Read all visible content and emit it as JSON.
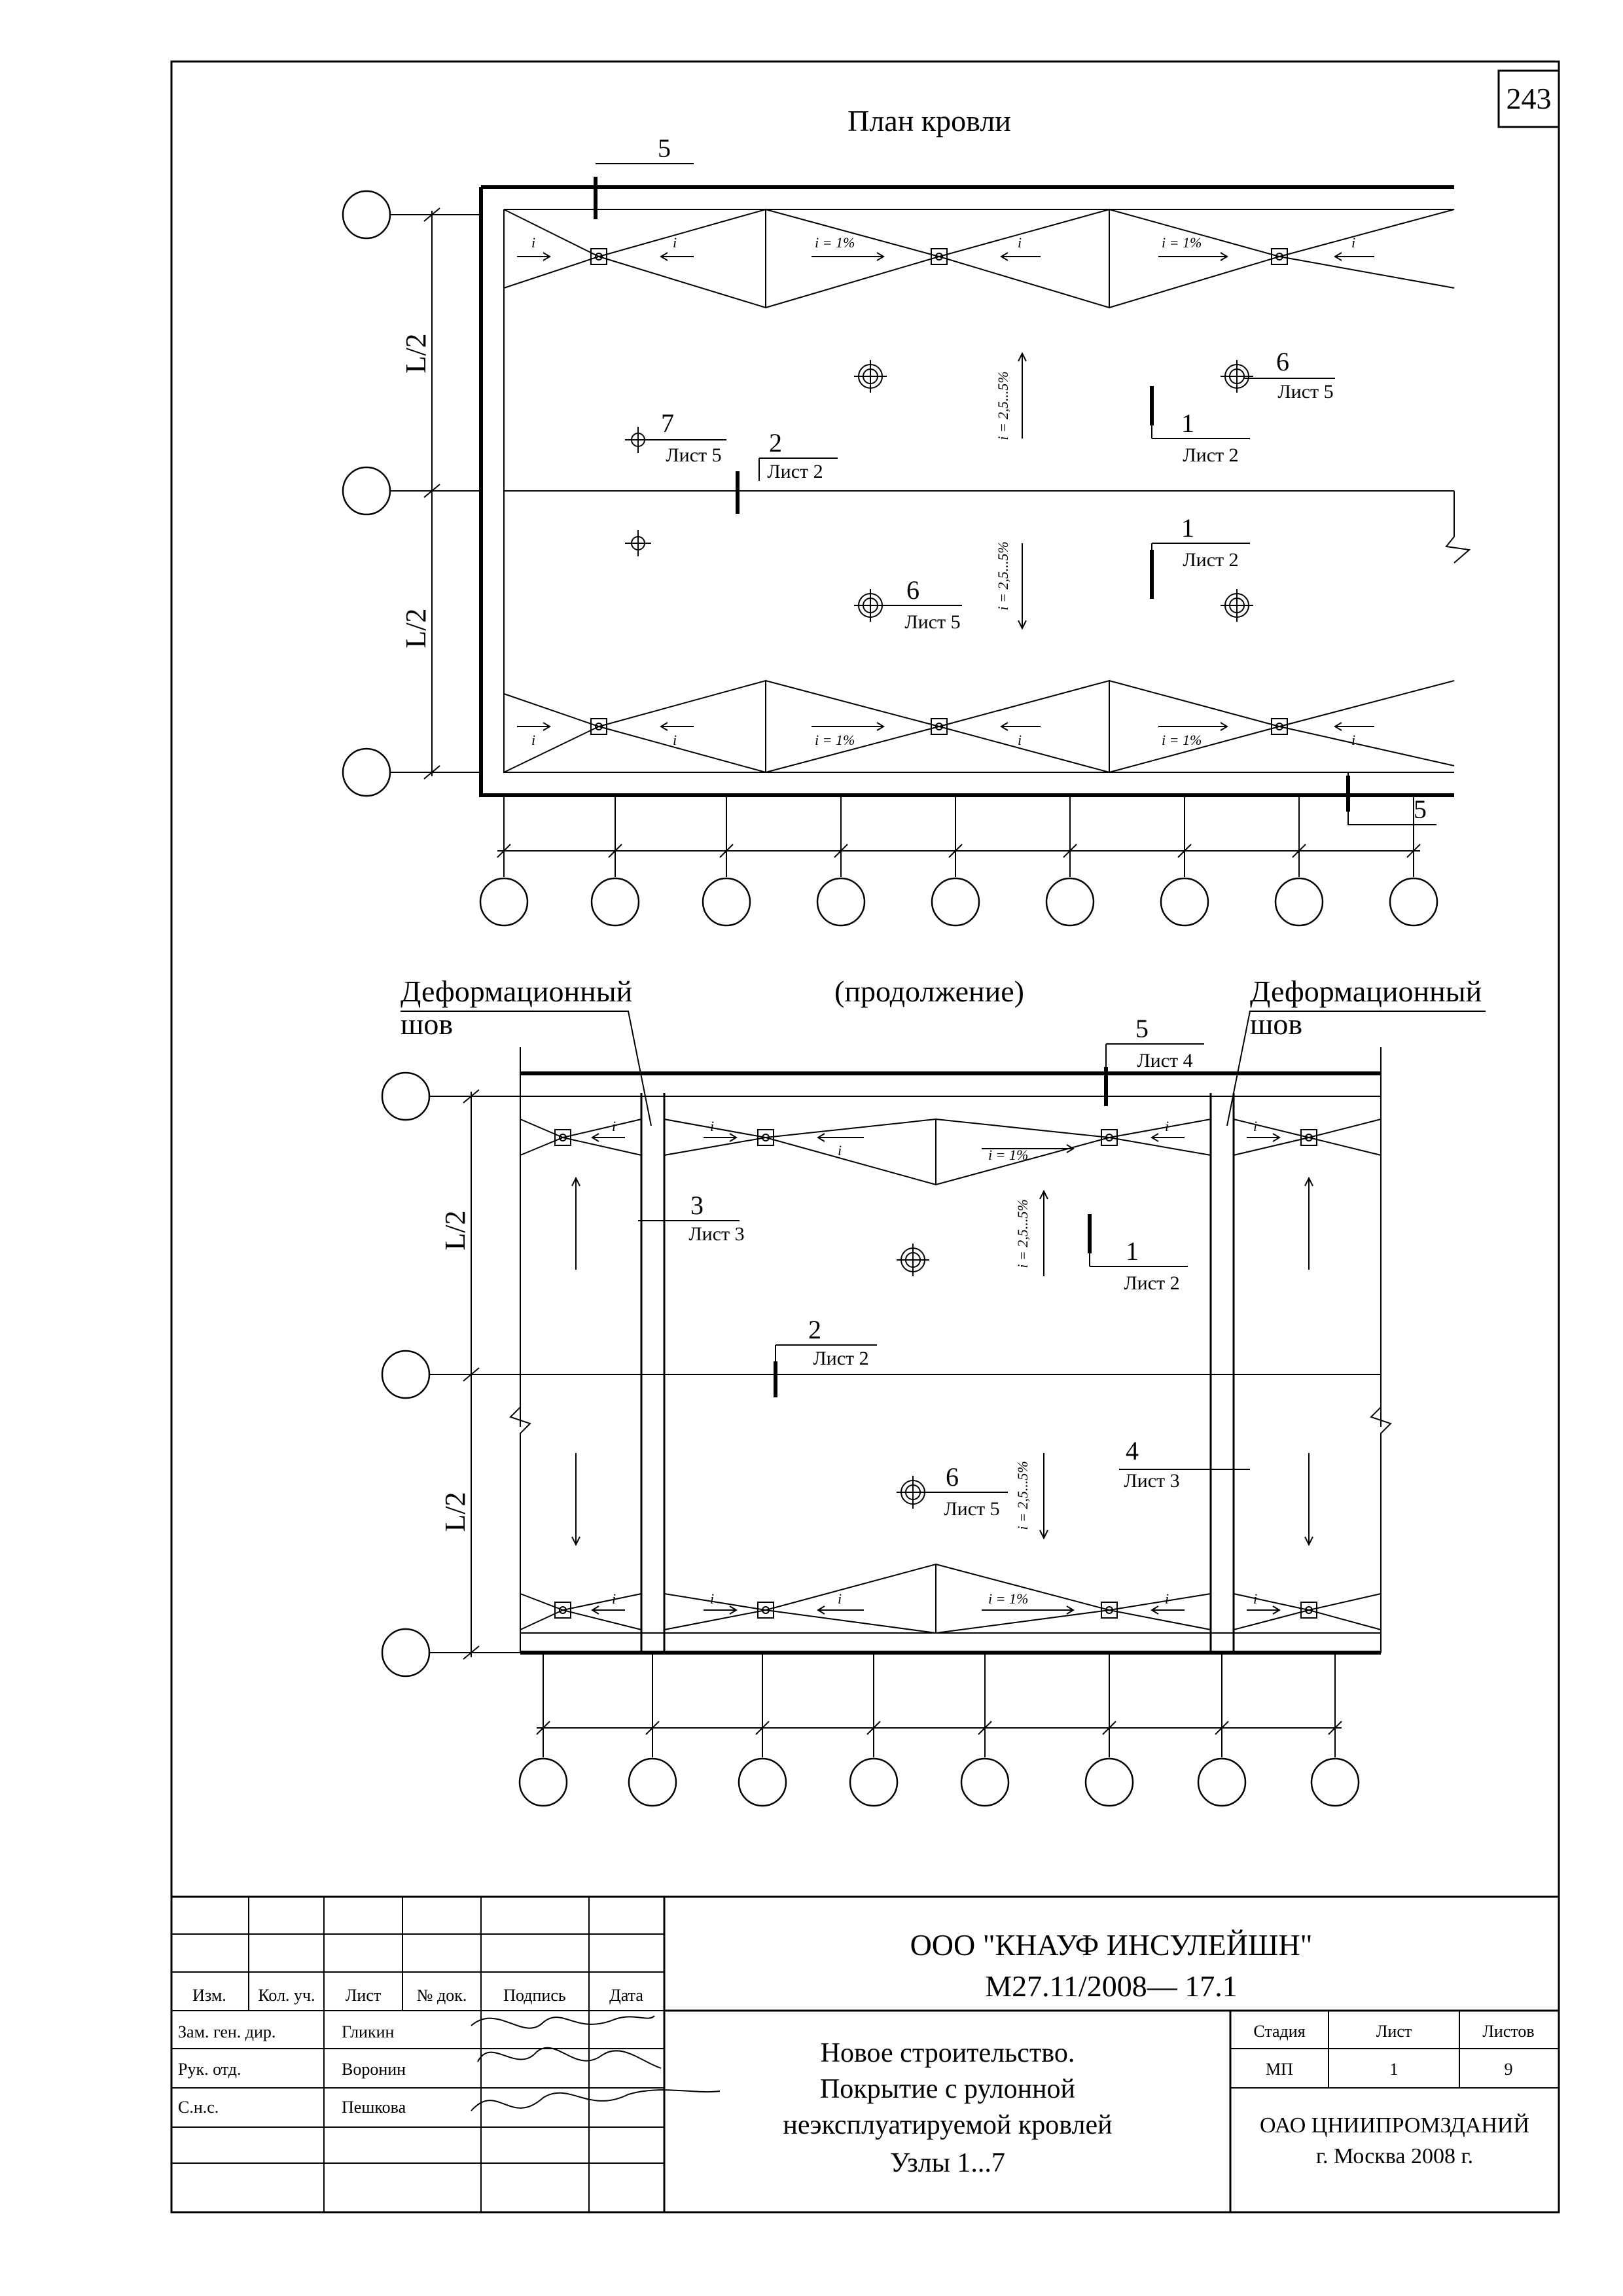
{
  "sheet_number": "243",
  "plan_top": {
    "title": "План кровли",
    "dimension_label_upper": "L/2",
    "dimension_label_lower": "L/2",
    "slope_label_basic": "i",
    "slope_label_1pct": "i = 1%",
    "slope_label_range": "i = 2,5...5%",
    "callouts": [
      {
        "number": "5",
        "ref": ""
      },
      {
        "number": "6",
        "ref": "Лист 5"
      },
      {
        "number": "7",
        "ref": "Лист 5"
      },
      {
        "number": "2",
        "ref": "Лист 2"
      },
      {
        "number": "1",
        "ref": "Лист 2"
      },
      {
        "number": "1",
        "ref": "Лист 2"
      },
      {
        "number": "6",
        "ref": "Лист 5"
      },
      {
        "number": "5",
        "ref": ""
      }
    ]
  },
  "plan_bottom": {
    "title": "(продолжение)",
    "joint_label_left": "Деформационный шов",
    "joint_label_left_line1": "Деформационный",
    "joint_label_left_line2": "шов",
    "joint_label_right_line1": "Деформационный",
    "joint_label_right_line2": "шов",
    "dimension_label_upper": "L/2",
    "dimension_label_lower": "L/2",
    "slope_label_basic": "i",
    "slope_label_1pct": "i = 1%",
    "slope_label_range": "i = 2,5...5%",
    "callouts": [
      {
        "number": "5",
        "ref": "Лист 4"
      },
      {
        "number": "3",
        "ref": "Лист 3"
      },
      {
        "number": "1",
        "ref": "Лист 2"
      },
      {
        "number": "2",
        "ref": "Лист 2"
      },
      {
        "number": "6",
        "ref": "Лист 5"
      },
      {
        "number": "4",
        "ref": "Лист 3"
      }
    ]
  },
  "title_block": {
    "company": "ООО \"КНАУФ ИНСУЛЕЙШН\"",
    "code": "М27.11/2008— 17.1",
    "header_cols": [
      "Изм.",
      "Кол. уч.",
      "Лист",
      "№ док.",
      "Подпись",
      "Дата"
    ],
    "rows": [
      {
        "role": "Зам. ген. дир.",
        "name": "Гликин"
      },
      {
        "role": "Рук. отд.",
        "name": "Воронин"
      },
      {
        "role": "С.н.с.",
        "name": "Пешкова"
      }
    ],
    "description_lines": [
      "Новое строительство.",
      "Покрытие с рулонной",
      "неэксплуатируемой кровлей",
      "Узлы 1...7"
    ],
    "stage_header": "Стадия",
    "sheet_header": "Лист",
    "sheets_header": "Листов",
    "stage_value": "МП",
    "sheet_value": "1",
    "sheets_value": "9",
    "org_line1": "ОАО ЦНИИПРОМЗДАНИЙ",
    "org_line2": "г. Москва 2008 г."
  }
}
